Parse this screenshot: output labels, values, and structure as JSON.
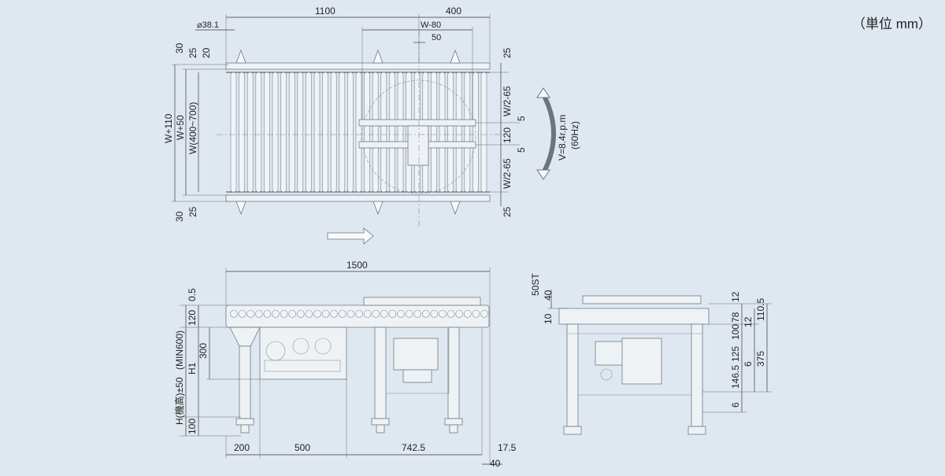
{
  "unit_label": "（単位 mm）",
  "colors": {
    "background": "#dfe8f0",
    "line": "#3e4650",
    "roller": "#f1f4f7"
  },
  "plan_view": {
    "dim_1100": "1100",
    "dim_400": "400",
    "dim_dia": "⌀38.1",
    "dim_w80": "W-80",
    "dim_50": "50",
    "dim_30_top": "30",
    "dim_25_top_outer": "25",
    "dim_20": "20",
    "dim_w110": "W+110",
    "dim_w50": "W+50",
    "dim_w": "W(400~700)",
    "dim_30_bottom": "30",
    "dim_25_bottom_outer": "25",
    "dim_25_right_top": "25",
    "dim_w2_65_top": "W/2-65",
    "dim_5_top": "5",
    "dim_120": "120",
    "dim_5_bottom": "5",
    "dim_w2_65_bottom": "W/2-65",
    "dim_25_right_bottom": "25",
    "speed_label": "V=8.4r.p.m",
    "freq_label": "(60Hz)"
  },
  "side_view": {
    "dim_1500": "1500",
    "dim_0_5": "0.5",
    "dim_120": "120",
    "dim_min600": "(MIN600)",
    "dim_300": "300",
    "dim_h1": "H1",
    "dim_h": "H(機高)±50",
    "dim_100": "100",
    "dim_200": "200",
    "dim_500": "500",
    "dim_742_5": "742.5",
    "dim_17_5": "17.5",
    "dim_40": "40"
  },
  "end_view": {
    "dim_50st": "50ST",
    "dim_40": "40",
    "dim_10": "10",
    "dim_12_top": "12",
    "dim_110_5": "110.5",
    "dim_78": "78",
    "dim_12": "12",
    "dim_100": "100",
    "dim_375": "375",
    "dim_125": "125",
    "dim_6_mid": "6",
    "dim_146_5": "146.5",
    "dim_6_bottom": "6"
  }
}
